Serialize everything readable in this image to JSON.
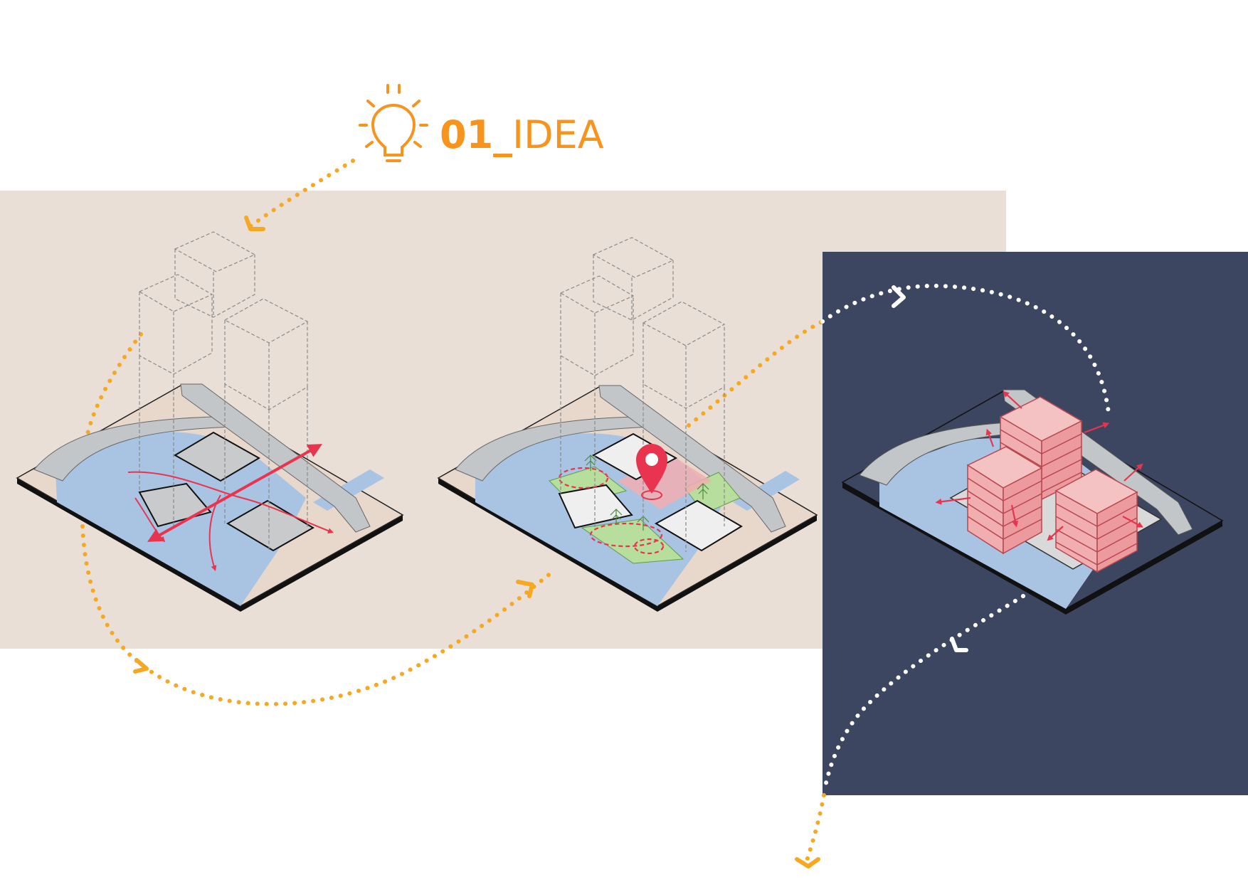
{
  "header": {
    "title_number": "01_",
    "title_word": "IDEA",
    "icon": "lightbulb-icon"
  },
  "colors": {
    "accent_orange": "#F7941D",
    "path_orange": "#F7A823",
    "panel_beige": "#E9DFD7",
    "panel_navy": "#3D4660",
    "water": "#A9C4E2",
    "road": "#C3C6C8",
    "land_tan": "#E8D8CB",
    "green_space": "#B7DE9C",
    "accent_red": "#E8344E",
    "building_pink": "#F1AEB0",
    "outline": "#111111",
    "ghost_building": "#8A8A8A"
  },
  "diagrams": [
    {
      "stage": "site-analysis",
      "icons": [
        "movement-arrows",
        "ghost-buildings"
      ]
    },
    {
      "stage": "public-space",
      "icons": [
        "location-pin-icon",
        "tree-icon",
        "ghost-buildings"
      ]
    },
    {
      "stage": "massing",
      "icons": [
        "expansion-arrows",
        "building-blocks"
      ]
    }
  ]
}
